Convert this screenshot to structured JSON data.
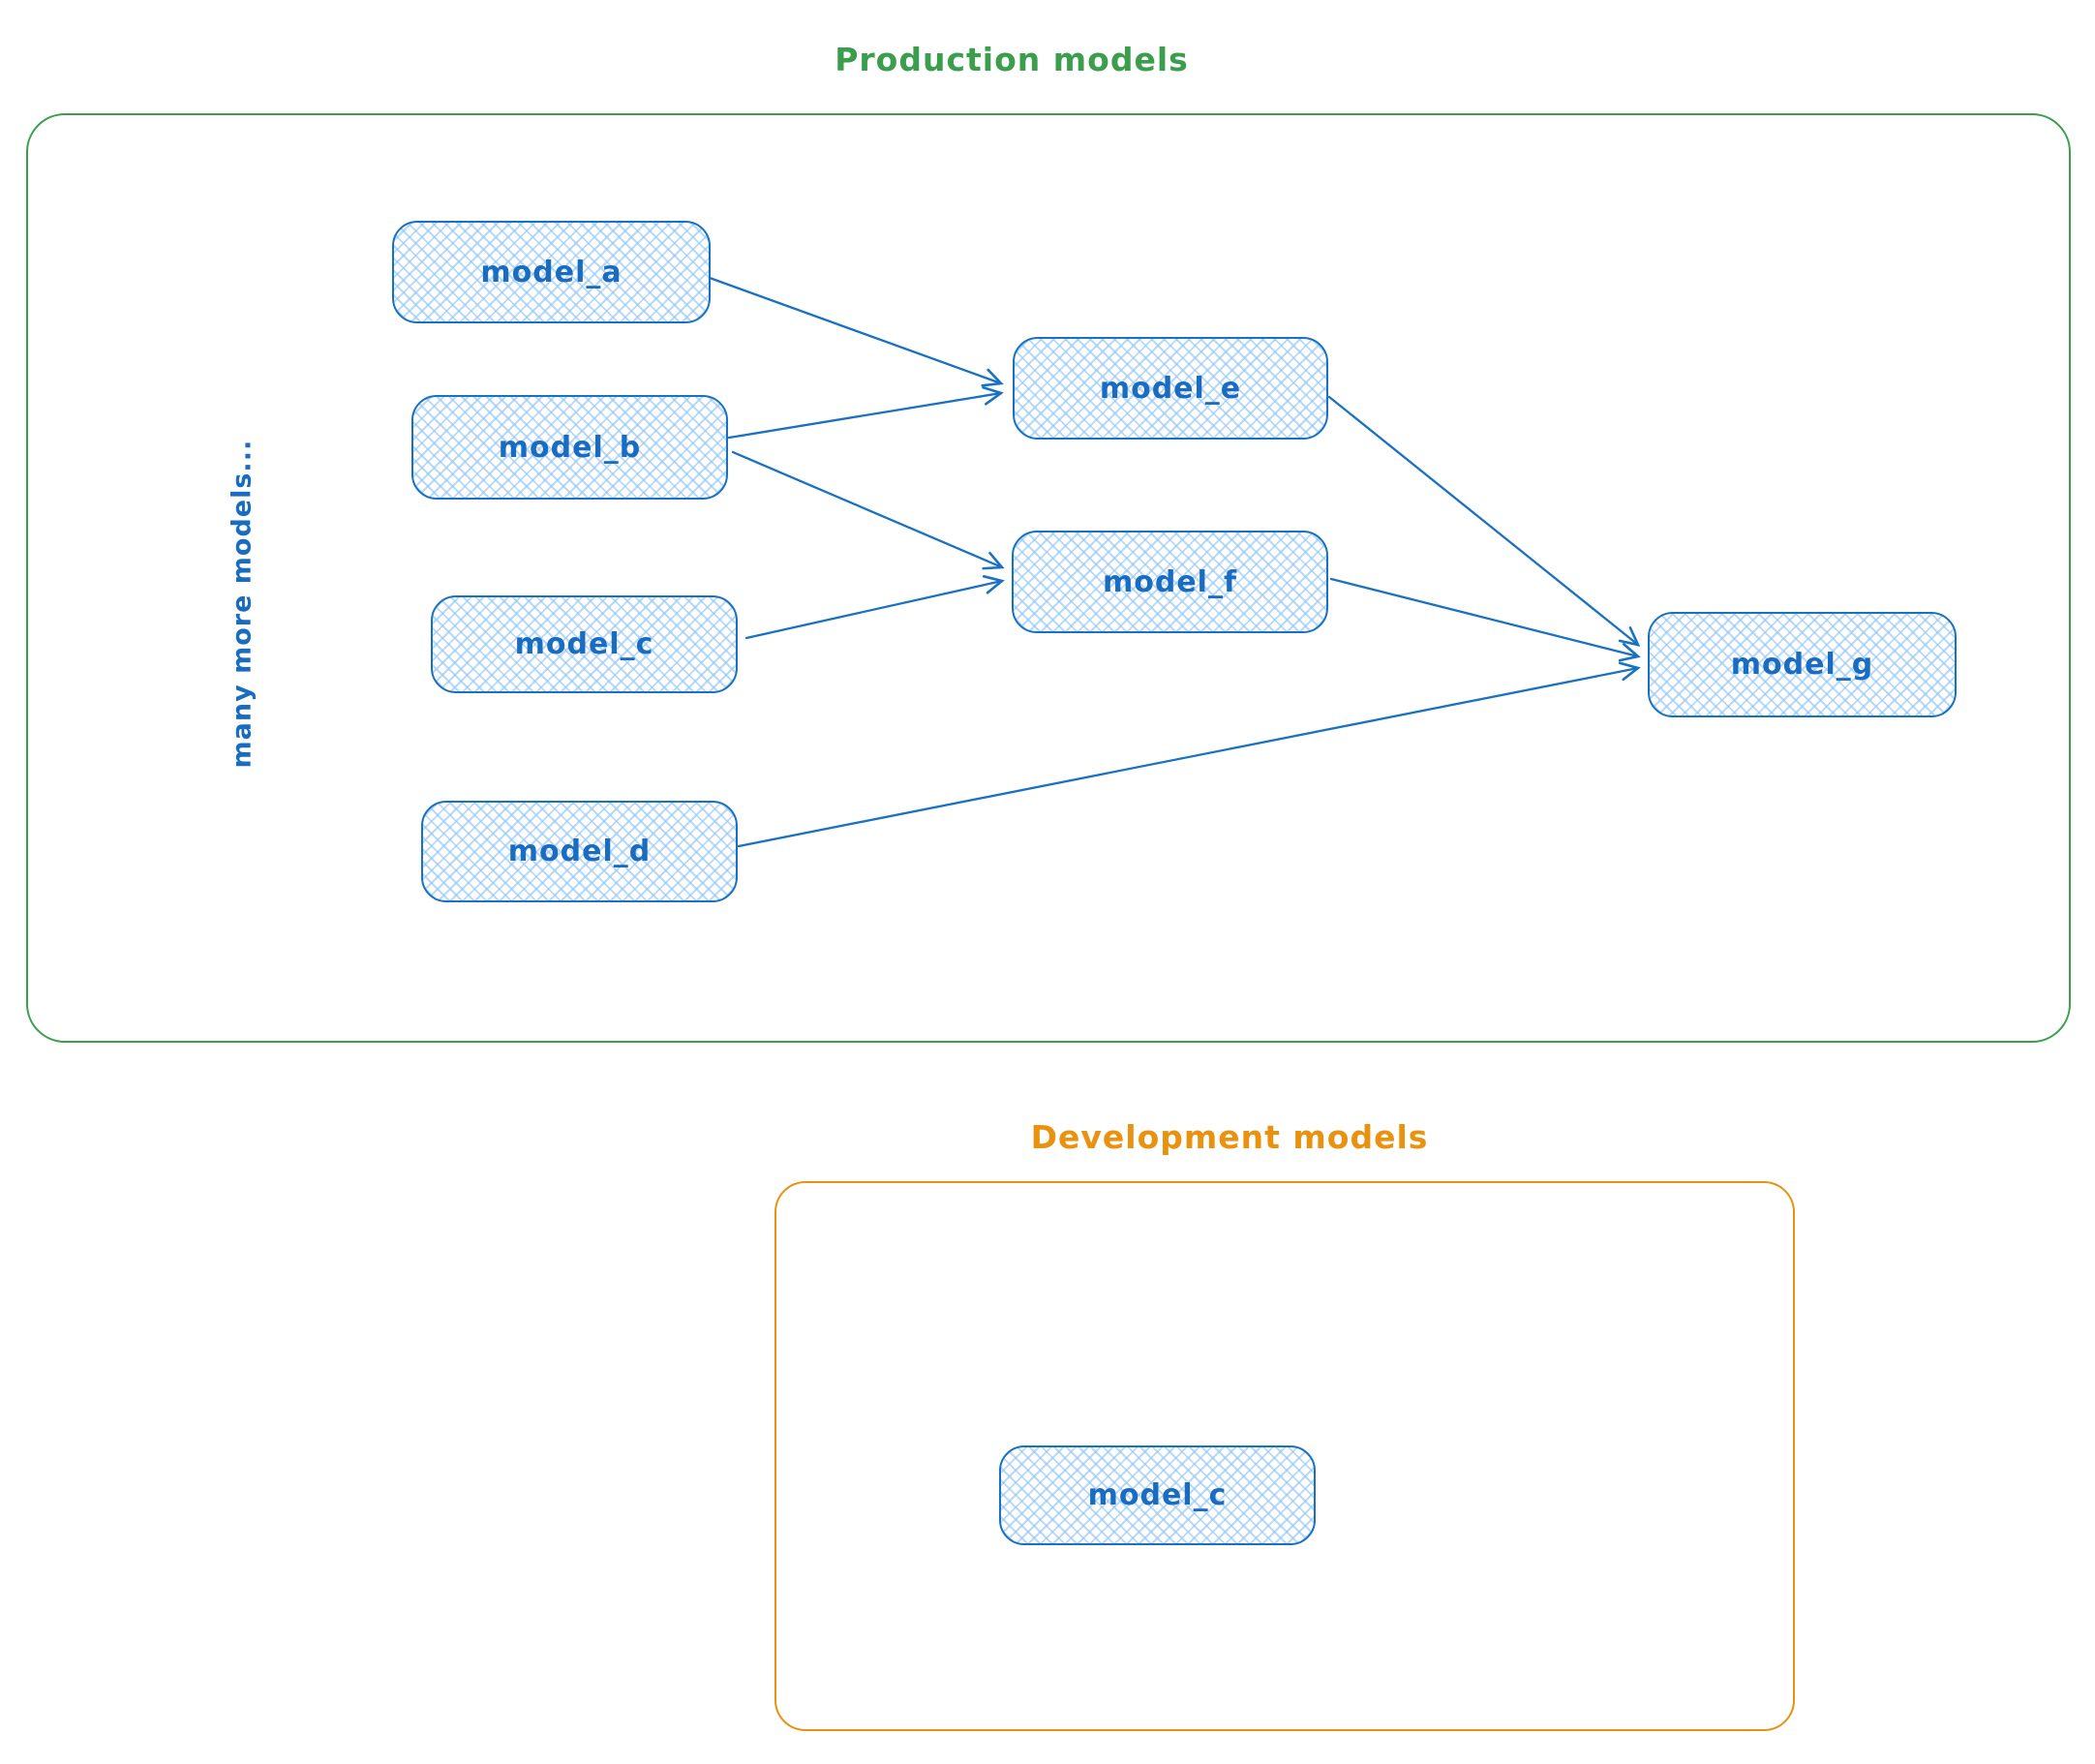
{
  "palette": {
    "node_stroke_blue": "#1971c2",
    "node_fill_blue": "#a5d8ff",
    "production_green": "#3a9e4c",
    "development_orange": "#e8920f"
  },
  "production": {
    "title": "Production models",
    "side_note": "many more models...",
    "nodes": {
      "model_a": {
        "label": "model_a"
      },
      "model_b": {
        "label": "model_b"
      },
      "model_c": {
        "label": "model_c"
      },
      "model_d": {
        "label": "model_d"
      },
      "model_e": {
        "label": "model_e"
      },
      "model_f": {
        "label": "model_f"
      },
      "model_g": {
        "label": "model_g"
      }
    },
    "edges": [
      {
        "from": "model_a",
        "to": "model_e"
      },
      {
        "from": "model_b",
        "to": "model_e"
      },
      {
        "from": "model_b",
        "to": "model_f"
      },
      {
        "from": "model_c",
        "to": "model_f"
      },
      {
        "from": "model_e",
        "to": "model_g"
      },
      {
        "from": "model_f",
        "to": "model_g"
      },
      {
        "from": "model_d",
        "to": "model_g"
      }
    ]
  },
  "development": {
    "title": "Development models",
    "nodes": {
      "model_c_dev": {
        "label": "model_c"
      }
    }
  }
}
